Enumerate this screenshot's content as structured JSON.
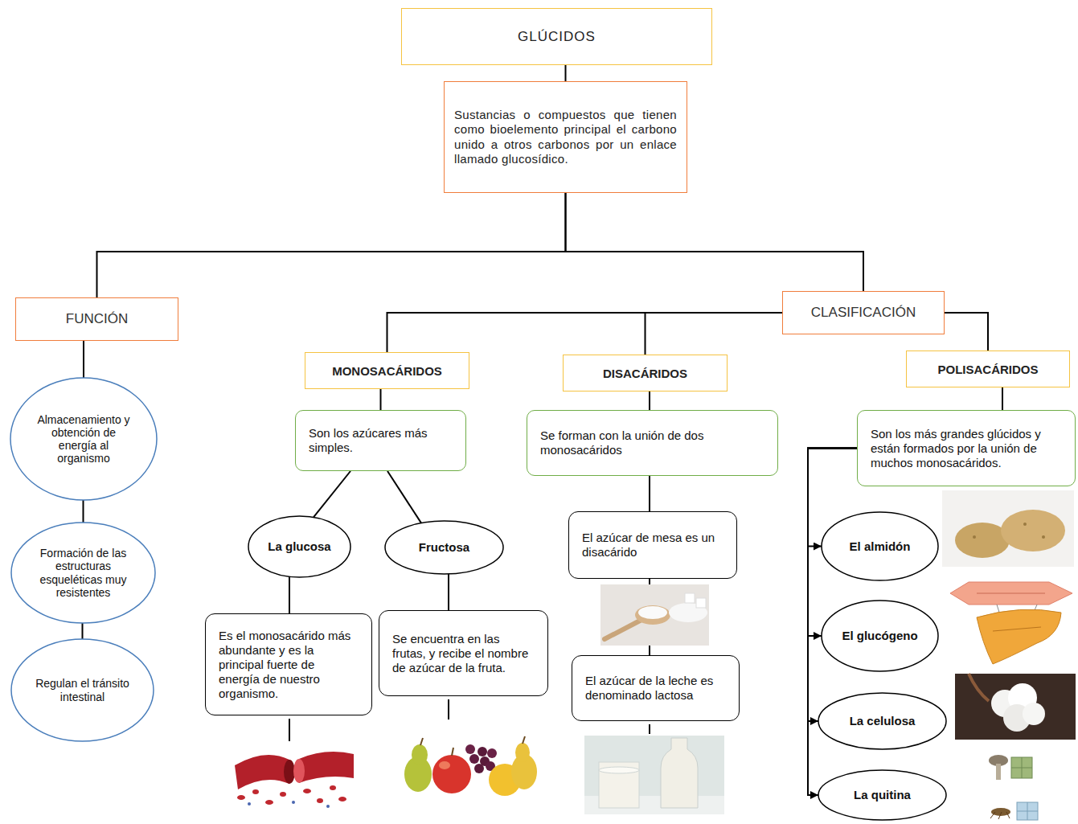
{
  "diagram": {
    "nodes": [
      {
        "text": [
          "GLÚCIDOS"
        ]
      },
      {
        "text": [
          "Sustancias o compuestos que tienen como bioelemento principal el carbono unido a otros carbonos por un enlace llamado glucosídico."
        ]
      },
      {
        "text": [
          "FUNCIÓN"
        ]
      },
      {
        "text": [
          "CLASIFICACIÓN"
        ]
      },
      {
        "text": [
          "Almacenamiento y obtención de energía al organismo"
        ]
      },
      {
        "text": [
          "Formación de las estructuras esqueléticas muy resistentes"
        ]
      },
      {
        "text": [
          "Regulan el tránsito intestinal"
        ]
      },
      {
        "text": [
          "MONOSACÁRIDOS"
        ]
      },
      {
        "text": [
          "DISACÁRIDOS"
        ]
      },
      {
        "text": [
          "POLISACÁRIDOS"
        ]
      },
      {
        "text": [
          "Son los azúcares más simples."
        ]
      },
      {
        "text": [
          "Se forman con la unión de dos monosacáridos"
        ]
      },
      {
        "text": [
          "Son los más grandes glúcidos y están formados por la unión de muchos monosacáridos."
        ]
      },
      {
        "text": [
          "La glucosa"
        ]
      },
      {
        "text": [
          "Fructosa"
        ]
      },
      {
        "text": [
          "El azúcar de mesa es un disacárido"
        ]
      },
      {
        "text": [
          "El azúcar de la leche es denominado lactosa"
        ]
      },
      {
        "text": [
          "El almidón"
        ]
      },
      {
        "text": [
          "El glucógeno"
        ]
      },
      {
        "text": [
          "La celulosa"
        ]
      },
      {
        "text": [
          "La quitina"
        ]
      },
      {
        "text": [
          "Es el monosacárido más abundante y es la principal fuerte de energía de nuestro organismo."
        ]
      },
      {
        "text": [
          "Se encuentra en las frutas, y recibe el nombre de azúcar de la fruta."
        ]
      }
    ],
    "edges": [
      {
        "from": 0,
        "to": 1,
        "arrow": "none"
      },
      {
        "from": 1,
        "to": 2,
        "arrow": "none"
      },
      {
        "from": 1,
        "to": 3,
        "arrow": "none"
      },
      {
        "from": 2,
        "to": 4,
        "arrow": "none"
      },
      {
        "from": 4,
        "to": 5,
        "arrow": "none"
      },
      {
        "from": 5,
        "to": 6,
        "arrow": "none"
      },
      {
        "from": 3,
        "to": 7,
        "arrow": "none"
      },
      {
        "from": 3,
        "to": 8,
        "arrow": "none"
      },
      {
        "from": 3,
        "to": 9,
        "arrow": "none"
      },
      {
        "from": 7,
        "to": 10,
        "arrow": "none"
      },
      {
        "from": 8,
        "to": 11,
        "arrow": "none"
      },
      {
        "from": 9,
        "to": 12,
        "arrow": "none"
      },
      {
        "from": 10,
        "to": 13,
        "arrow": "none"
      },
      {
        "from": 10,
        "to": 14,
        "arrow": "none"
      },
      {
        "from": 13,
        "to": 21,
        "arrow": "none"
      },
      {
        "from": 14,
        "to": 22,
        "arrow": "none"
      },
      {
        "from": 11,
        "to": 15,
        "arrow": "none"
      },
      {
        "from": 15,
        "to": 16,
        "arrow": "none"
      },
      {
        "from": 12,
        "to": 17,
        "arrow": "to"
      },
      {
        "from": 12,
        "to": 18,
        "arrow": "to"
      },
      {
        "from": 12,
        "to": 19,
        "arrow": "to"
      },
      {
        "from": 12,
        "to": 20,
        "arrow": "to"
      }
    ]
  }
}
